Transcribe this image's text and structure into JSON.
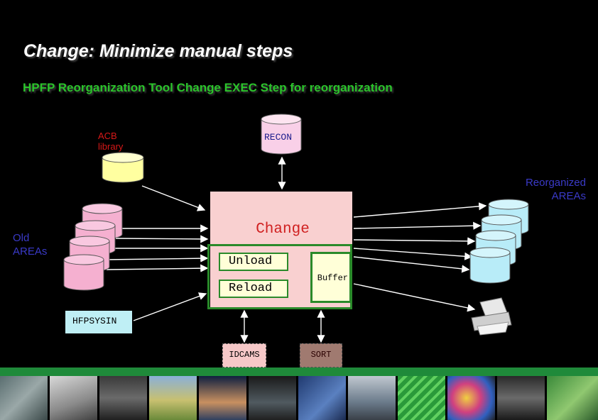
{
  "title": "Change: Minimize manual steps",
  "subtitle": "HPFP Reorganization Tool Change EXEC Step for reorganization",
  "labels": {
    "acb": "ACB library",
    "acb_line1": "ACB",
    "acb_line2": "library",
    "recon": "RECON",
    "reorganized_line1": "Reorganized",
    "reorganized_line2": "AREAs",
    "old_line1": "Old",
    "old_line2": "AREAs",
    "change": "Change",
    "unload": "Unload",
    "reload": "Reload",
    "buffer": "Buffer",
    "hfpsysin": "HFPSYSIN",
    "idcams": "IDCAMS",
    "sort": "SORT"
  },
  "colors": {
    "background": "#000000",
    "subtitle": "#2bc42b",
    "change_box": "#f9d0d0",
    "frame_green": "#2a8a2a",
    "old_area_pink": "#f5b0d0",
    "new_area_blue": "#b8ecf8",
    "acb_yellow": "#ffffa0",
    "recon_pink": "#f9d0e8",
    "strip_green": "#1f8a3a"
  },
  "icons": [
    "printer-icon"
  ]
}
